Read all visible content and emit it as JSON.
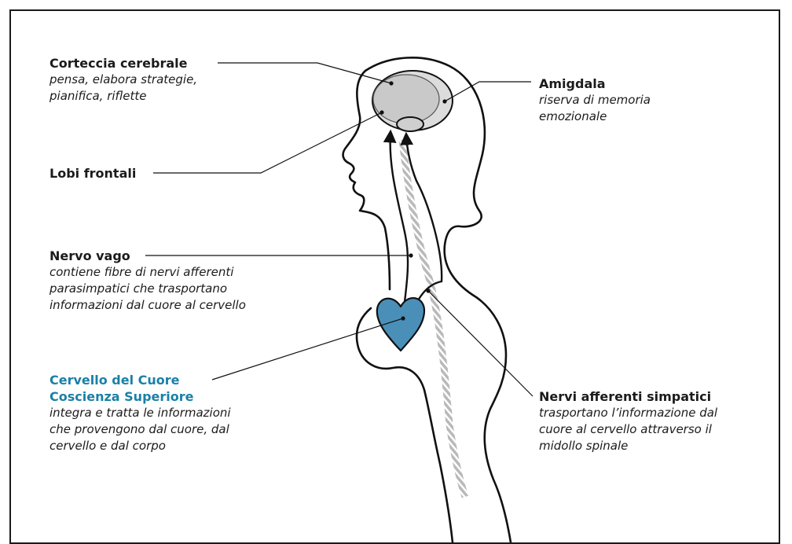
{
  "labels": {
    "corteccia": {
      "title": "Corteccia cerebrale",
      "lines": [
        "pensa, elabora strategie,",
        "pianifica, riflette"
      ]
    },
    "amigdala": {
      "title": "Amigdala",
      "lines": [
        "riserva di memoria",
        "emozionale"
      ]
    },
    "lobi": {
      "title": "Lobi frontali"
    },
    "nervo_vago": {
      "title": "Nervo vago",
      "lines": [
        "contiene fibre di nervi afferenti",
        "parasimpatici che trasportano",
        "informazioni dal cuore al cervello"
      ]
    },
    "cervello_cuore": {
      "title_lines": [
        "Cervello del Cuore",
        "Coscienza Superiore"
      ],
      "lines": [
        "integra e tratta le informazioni",
        "che provengono dal cuore, dal",
        "cervello e dal corpo"
      ]
    },
    "nervi_simpatici": {
      "title": "Nervi afferenti simpatici",
      "lines": [
        "trasportano l’informazione dal",
        "cuore al cervello attraverso il",
        "midollo spinale"
      ]
    }
  },
  "colors": {
    "heart": "#4a8fb8",
    "highlight_title": "#1a80a8",
    "brain_fill": "#c9c9c9",
    "spine": "#b8b8b8",
    "outline": "#111111"
  }
}
